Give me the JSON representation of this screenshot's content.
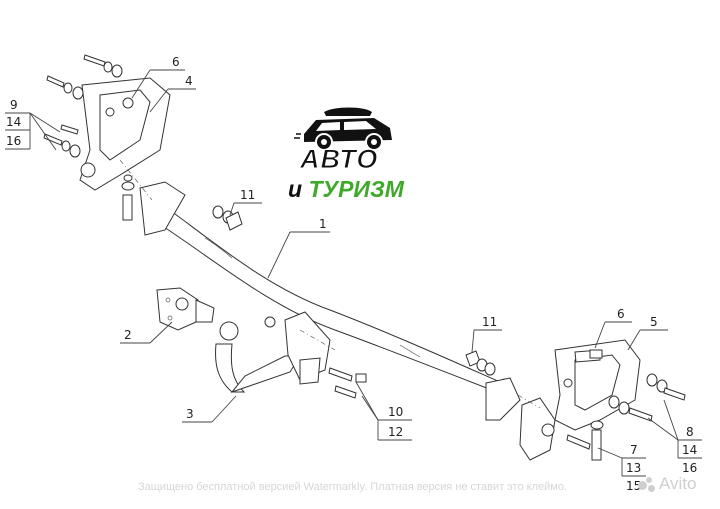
{
  "callouts": {
    "c1": "1",
    "c2": "2",
    "c3": "3",
    "c4": "4",
    "c5": "5",
    "c6_top": "6",
    "c6_right": "6",
    "c7": "7",
    "c8": "8",
    "c9": "9",
    "c10": "10",
    "c11_top": "11",
    "c11_mid": "11",
    "c12": "12",
    "c13": "13",
    "c14_left": "14",
    "c14_right": "14",
    "c15": "15",
    "c16_left": "16",
    "c16_right": "16"
  },
  "logo": {
    "line1": "АВТО",
    "line2_first": "и",
    "line2_rest": "ТУРИЗМ"
  },
  "watermark": {
    "footer": "Защищено бесплатной версией Watermarkly. Платная версия не ставит это клеймо.",
    "avito": "Avito"
  },
  "colors": {
    "logo_green": "#3faa2a",
    "ink": "#333333"
  }
}
